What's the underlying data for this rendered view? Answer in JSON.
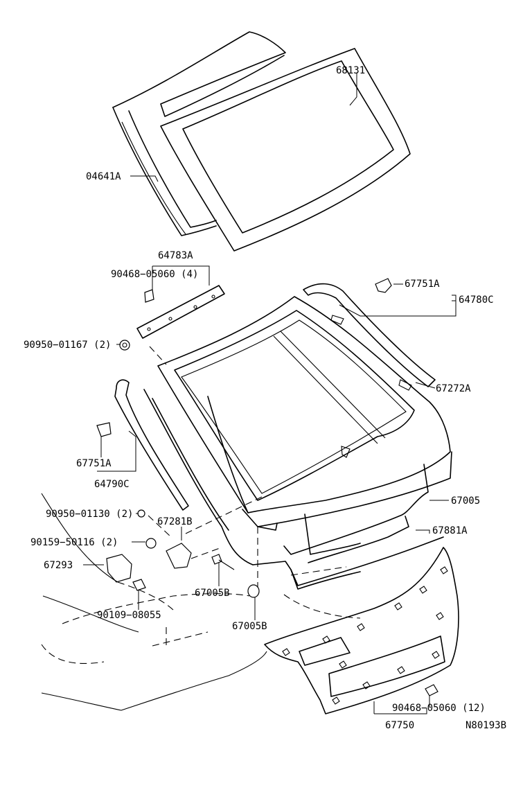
{
  "diagram": {
    "callouts": {
      "p68131": "68131",
      "p04641A": "04641A",
      "p64783A": "64783A",
      "p90468_05060_4": "90468−05060 (4)",
      "p90950_01167_2": "90950−01167 (2)",
      "p67751A_top": "67751A",
      "p64780C": "64780C",
      "p67272A": "67272A",
      "p67751A_left": "67751A",
      "p64790C": "64790C",
      "p67005": "67005",
      "p90950_01130_2": "90950−01130 (2)",
      "p67281B": "67281B",
      "p90159_50116_2": "90159−50116 (2)",
      "p67881A": "67881A",
      "p67293": "67293",
      "p67005B_left": "67005B",
      "p90109_08055": "90109−08055",
      "p67005B_right": "67005B",
      "p90468_05060_12": "90468−05060 (12)",
      "p67750": "67750"
    },
    "figure_code": "N80193B"
  }
}
